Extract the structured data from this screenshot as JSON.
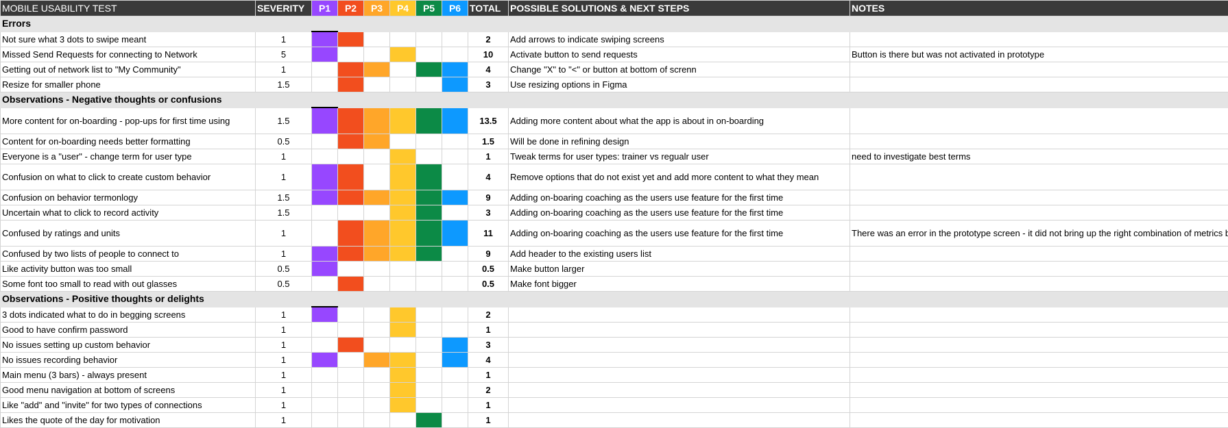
{
  "colors": {
    "header_bg": "#3a3a3a",
    "section_bg": "#e4e4e4",
    "p1": "#9747FF",
    "p2": "#F24E1E",
    "p3": "#FFA629",
    "p4": "#FFC82C",
    "p5": "#0C8A46",
    "p6": "#0D99FF"
  },
  "header": {
    "title": "MOBILE USABILITY TEST",
    "severity": "SEVERITY",
    "participants": [
      "P1",
      "P2",
      "P3",
      "P4",
      "P5",
      "P6"
    ],
    "total": "TOTAL",
    "solutions": "POSSIBLE SOLUTIONS & NEXT STEPS",
    "notes": "NOTES"
  },
  "sections": [
    {
      "title": "Errors",
      "rows": [
        {
          "issue": "Not sure what 3 dots to swipe meant",
          "severity": "1",
          "marks": [
            true,
            true,
            false,
            false,
            false,
            false
          ],
          "total": "2",
          "solution": "Add arrows to indicate swiping screens",
          "note": ""
        },
        {
          "issue": "Missed Send Requests for connecting to Network",
          "severity": "5",
          "marks": [
            true,
            false,
            false,
            true,
            false,
            false
          ],
          "total": "10",
          "solution": "Activate button to send requests",
          "note": "Button is there but was not activated in prototype"
        },
        {
          "issue": "Getting out of network list to \"My Community\"",
          "severity": "1",
          "marks": [
            false,
            true,
            true,
            false,
            true,
            true
          ],
          "total": "4",
          "solution": "Change \"X\" to \"<\" or button at bottom of screnn",
          "note": ""
        },
        {
          "issue": "Resize for smaller phone",
          "severity": "1.5",
          "marks": [
            false,
            true,
            false,
            false,
            false,
            true
          ],
          "total": "3",
          "solution": "Use resizing options in Figma",
          "note": ""
        }
      ]
    },
    {
      "title": "Observations - Negative thoughts or confusions",
      "rows": [
        {
          "issue": "More content for on-boarding - pop-ups for first time using",
          "severity": "1.5",
          "marks": [
            true,
            true,
            true,
            true,
            true,
            true
          ],
          "total": "13.5",
          "solution": "Adding more content about what the app is about in on-boarding",
          "note": "",
          "tall": true
        },
        {
          "issue": "Content for on-boarding needs better formatting",
          "severity": "0.5",
          "marks": [
            false,
            true,
            true,
            false,
            false,
            false
          ],
          "total": "1.5",
          "solution": "Will be done in refining design",
          "note": ""
        },
        {
          "issue": "Everyone is a \"user\" - change term for user type",
          "severity": "1",
          "marks": [
            false,
            false,
            false,
            true,
            false,
            false
          ],
          "total": "1",
          "solution": "Tweak terms for user types: trainer vs regualr user",
          "note": "need to investigate best terms"
        },
        {
          "issue": "Confusion on what to click to create custom behavior",
          "severity": "1",
          "marks": [
            true,
            true,
            false,
            true,
            true,
            false
          ],
          "total": "4",
          "solution": "Remove options that do not exist yet and add more content to what they mean",
          "note": "",
          "tall": true
        },
        {
          "issue": "Confusion on behavior termonlogy",
          "severity": "1.5",
          "marks": [
            true,
            true,
            true,
            true,
            true,
            true
          ],
          "total": "9",
          "solution": "Adding on-boaring coaching as the users use feature for the first time",
          "note": ""
        },
        {
          "issue": "Uncertain what to click to record activity",
          "severity": "1.5",
          "marks": [
            false,
            false,
            false,
            true,
            true,
            false
          ],
          "total": "3",
          "solution": "Adding on-boaring coaching as the users use feature for the first time",
          "note": ""
        },
        {
          "issue": "Confused by ratings and units",
          "severity": "1",
          "marks": [
            false,
            true,
            true,
            true,
            true,
            true
          ],
          "total": "11",
          "solution": "Adding on-boaring coaching as the users use feature for the first time",
          "note": "There was an error in the prototype screen - it did not bring up the right combination of metrics based on previous steps",
          "tall": true
        },
        {
          "issue": "Confused by two lists of people to connect to",
          "severity": "1",
          "marks": [
            true,
            true,
            true,
            true,
            true,
            false
          ],
          "total": "9",
          "solution": "Add header to the existing users list",
          "note": ""
        },
        {
          "issue": "Like activity button was too small",
          "severity": "0.5",
          "marks": [
            true,
            false,
            false,
            false,
            false,
            false
          ],
          "total": "0.5",
          "solution": "Make button larger",
          "note": ""
        },
        {
          "issue": "Some font too small to read with out glasses",
          "severity": "0.5",
          "marks": [
            false,
            true,
            false,
            false,
            false,
            false
          ],
          "total": "0.5",
          "solution": "Make font bigger",
          "note": ""
        }
      ]
    },
    {
      "title": "Observations - Positive thoughts or delights",
      "rows": [
        {
          "issue": "3 dots indicated what to do in begging screens",
          "severity": "1",
          "marks": [
            true,
            false,
            false,
            true,
            false,
            false
          ],
          "total": "2",
          "solution": "",
          "note": ""
        },
        {
          "issue": "Good to have confirm password",
          "severity": "1",
          "marks": [
            false,
            false,
            false,
            true,
            false,
            false
          ],
          "total": "1",
          "solution": "",
          "note": ""
        },
        {
          "issue": "No issues setting up custom behavior",
          "severity": "1",
          "marks": [
            false,
            true,
            false,
            false,
            false,
            true
          ],
          "total": "3",
          "solution": "",
          "note": ""
        },
        {
          "issue": "No issues recording behavior",
          "severity": "1",
          "marks": [
            true,
            false,
            true,
            true,
            false,
            true
          ],
          "total": "4",
          "solution": "",
          "note": ""
        },
        {
          "issue": "Main menu (3 bars) - always present",
          "severity": "1",
          "marks": [
            false,
            false,
            false,
            true,
            false,
            false
          ],
          "total": "1",
          "solution": "",
          "note": ""
        },
        {
          "issue": "Good menu navigation at bottom of screens",
          "severity": "1",
          "marks": [
            false,
            false,
            false,
            true,
            false,
            false
          ],
          "total": "2",
          "solution": "",
          "note": ""
        },
        {
          "issue": "Like \"add\" and \"invite\" for two types of connections",
          "severity": "1",
          "marks": [
            false,
            false,
            false,
            true,
            false,
            false
          ],
          "total": "1",
          "solution": "",
          "note": ""
        },
        {
          "issue": "Likes the quote of the day for motivation",
          "severity": "1",
          "marks": [
            false,
            false,
            false,
            false,
            true,
            false
          ],
          "total": "1",
          "solution": "",
          "note": ""
        }
      ]
    }
  ]
}
